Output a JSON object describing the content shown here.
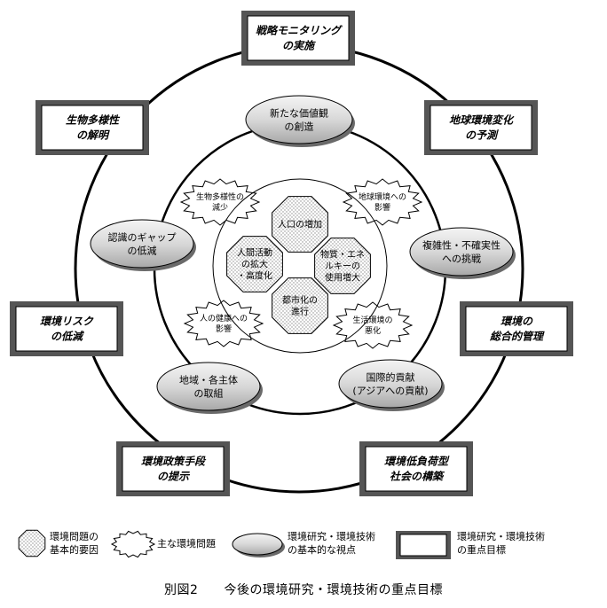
{
  "outer_ring_boxes": [
    {
      "id": "box-strategic-monitoring",
      "lines": [
        "戦略モニタリング",
        "の実施"
      ]
    },
    {
      "id": "box-global-change",
      "lines": [
        "地球環境変化",
        "の予測"
      ]
    },
    {
      "id": "box-integrated-management",
      "lines": [
        "環境の",
        "総合的管理"
      ]
    },
    {
      "id": "box-low-load-society",
      "lines": [
        "環境低負荷型",
        "社会の構築"
      ]
    },
    {
      "id": "box-policy-means",
      "lines": [
        "環境政策手段",
        "の提示"
      ]
    },
    {
      "id": "box-risk-reduction",
      "lines": [
        "環境リスク",
        "の低減"
      ]
    },
    {
      "id": "box-biodiversity",
      "lines": [
        "生物多様性",
        "の解明"
      ]
    }
  ],
  "viewpoint_ellipses": [
    {
      "id": "ellipse-new-values",
      "lines": [
        "新たな価値観",
        "の創造"
      ]
    },
    {
      "id": "ellipse-complexity",
      "lines": [
        "複雑性・不確実性",
        "への挑戦"
      ]
    },
    {
      "id": "ellipse-international",
      "lines": [
        "国際的貢献",
        "(アジアへの貢献)"
      ]
    },
    {
      "id": "ellipse-regional",
      "lines": [
        "地域・各主体",
        "の取組"
      ]
    },
    {
      "id": "ellipse-perception-gap",
      "lines": [
        "認識のギャップ",
        "の低減"
      ]
    }
  ],
  "main_problems": [
    {
      "id": "burst-biodiversity-loss",
      "lines": [
        "生物多様性の",
        "減少"
      ]
    },
    {
      "id": "burst-global-impact",
      "lines": [
        "地球環境への",
        "影響"
      ]
    },
    {
      "id": "burst-living-env",
      "lines": [
        "生活環境の",
        "悪化"
      ]
    },
    {
      "id": "burst-health-impact",
      "lines": [
        "人の健康への",
        "影響"
      ]
    }
  ],
  "basic_factors": [
    {
      "id": "oct-population",
      "lines": [
        "人口の増加"
      ]
    },
    {
      "id": "oct-resources",
      "lines": [
        "物質・エネ",
        "ルキーの",
        "使用増大"
      ]
    },
    {
      "id": "oct-urbanization",
      "lines": [
        "都市化の",
        "進行"
      ]
    },
    {
      "id": "oct-human-activity",
      "lines": [
        "人間活動",
        "の拡大",
        "・高度化"
      ]
    }
  ],
  "legend": [
    {
      "id": "legend-basic-factor",
      "lines": [
        "環境問題の",
        "基本的要因"
      ]
    },
    {
      "id": "legend-main-problem",
      "lines": [
        "主な環境問題"
      ]
    },
    {
      "id": "legend-viewpoint",
      "lines": [
        "環境研究・環境技術",
        "の基本的な視点"
      ]
    },
    {
      "id": "legend-priority",
      "lines": [
        "環境研究・環境技術",
        "の重点目標"
      ]
    }
  ],
  "caption": "別図2　　今後の環境研究・環境技術の重点目標"
}
